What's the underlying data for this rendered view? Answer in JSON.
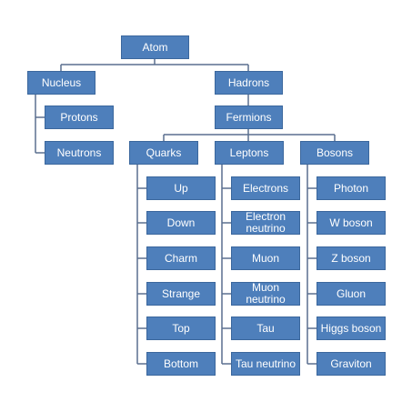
{
  "diagram": {
    "root": {
      "label": "Atom"
    },
    "nucleus": {
      "label": "Nucleus",
      "children": [
        "Protons",
        "Neutrons"
      ]
    },
    "hadrons": {
      "label": "Hadrons",
      "fermions": {
        "label": "Fermions",
        "quarks": {
          "label": "Quarks",
          "items": [
            "Up",
            "Down",
            "Charm",
            "Strange",
            "Top",
            "Bottom"
          ]
        },
        "leptons": {
          "label": "Leptons",
          "items": [
            "Electrons",
            "Electron neutrino",
            "Muon",
            "Muon neutrino",
            "Tau",
            "Tau neutrino"
          ]
        },
        "bosons": {
          "label": "Bosons",
          "items": [
            "Photon",
            "W boson",
            "Z boson",
            "Gluon",
            "Higgs boson",
            "Graviton"
          ]
        }
      }
    },
    "colors": {
      "node_fill": "#4e7fbb",
      "node_border": "#3b679d",
      "node_text": "#ffffff",
      "connector": "#5a6f8f"
    }
  }
}
